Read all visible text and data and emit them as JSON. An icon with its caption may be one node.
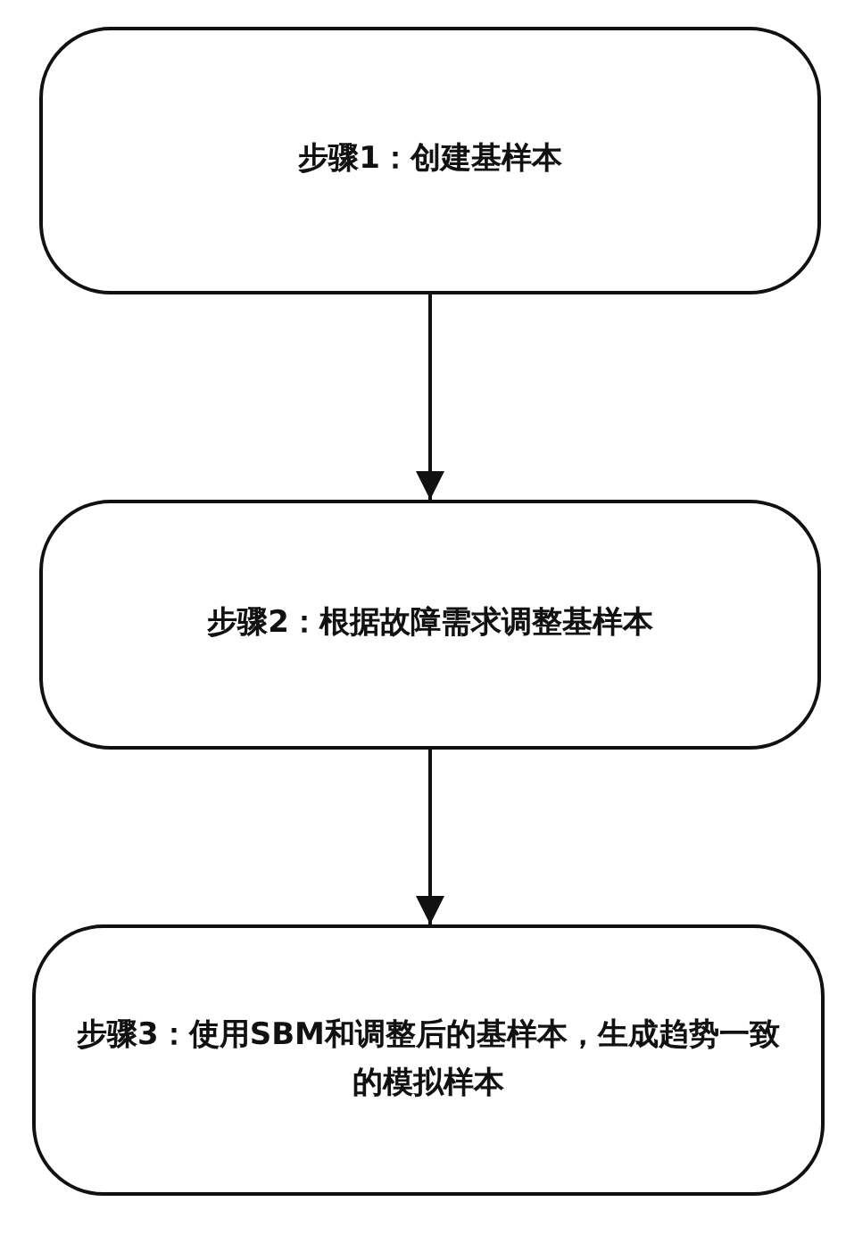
{
  "diagram": {
    "nodes": [
      {
        "text": [
          "步骤1：创建基样本"
        ]
      },
      {
        "text": [
          "步骤2：根据故障需求调整基样本"
        ]
      },
      {
        "text": [
          "步骤3：使用SBM和调整后的基样本，生成趋势一致的模拟样本"
        ]
      }
    ],
    "edges": [
      {
        "from": 0,
        "to": 1,
        "arrow": "to"
      },
      {
        "from": 1,
        "to": 2,
        "arrow": "to"
      }
    ]
  }
}
